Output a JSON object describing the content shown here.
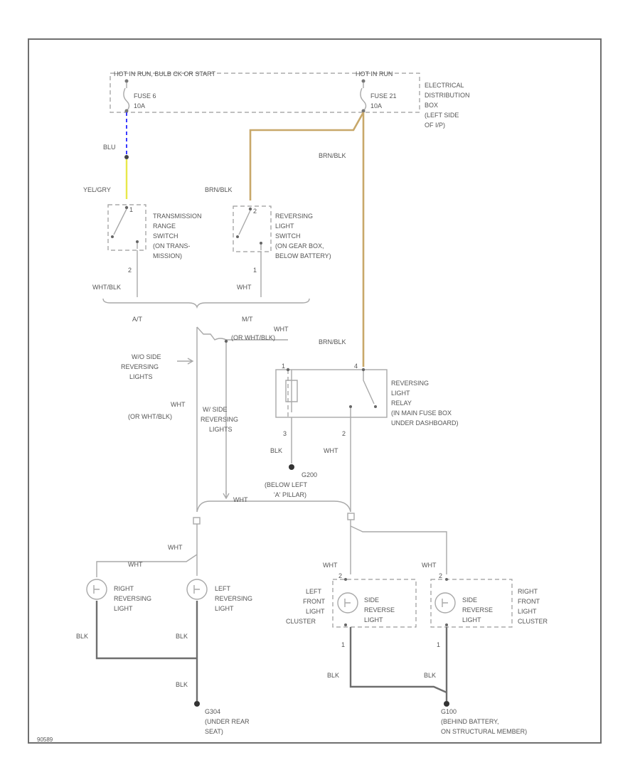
{
  "diagram": {
    "colors": {
      "blue_wire": "#3b3bff",
      "yellow_wire": "#e8e84a",
      "tan_wire": "#c8a86a",
      "gray_wire": "#a9a9a9",
      "ground_wire": "#6e6e6e"
    },
    "fuse_box": {
      "hot_left": "HOT IN RUN, BULB CK OR START",
      "hot_right": "HOT IN RUN",
      "fuse_a": [
        "FUSE 6",
        "10A"
      ],
      "fuse_b": [
        "FUSE 21",
        "10A"
      ],
      "label": [
        "ELECTRICAL",
        "DISTRIBUTION",
        "BOX",
        "(LEFT SIDE",
        "OF I/P)"
      ]
    },
    "wire_labels": {
      "blu": "BLU",
      "yel_gry": "YEL/GRY",
      "brn_blk_left": "BRN/BLK",
      "brn_blk_right": "BRN/BLK",
      "brn_blk_relay": "BRN/BLK",
      "wht_blk": "WHT/BLK",
      "wht_switch": "WHT",
      "or_wht_blk_top": "(OR WHT/BLK)",
      "wht_top": "WHT",
      "wht_left": [
        "WHT",
        "(OR WHT/BLK)"
      ],
      "blk_relay": "BLK",
      "wht_relay": "WHT",
      "wht_junction": "WHT",
      "wht_left_lamp_upper": "WHT",
      "wht_right_lamp_top": "WHT",
      "wht_side_left": "WHT",
      "wht_side_right": "WHT",
      "blk_right_lamp": "BLK",
      "blk_left_lamp": "BLK",
      "blk_lower": "BLK",
      "blk_side_left": "BLK",
      "blk_side_right": "BLK"
    },
    "pins": {
      "trans_top": "1",
      "trans_bottom": "2",
      "rev_top": "2",
      "rev_bottom": "1",
      "relay_tl": "1",
      "relay_tr": "4",
      "relay_bl": "3",
      "relay_br": "2",
      "side_l_top": "2",
      "side_l_bottom": "1",
      "side_r_top": "2",
      "side_r_bottom": "1"
    },
    "transmission_switch": [
      "TRANSMISSION",
      "RANGE",
      "SWITCH",
      "(ON TRANS-",
      "MISSION)"
    ],
    "reversing_switch": [
      "REVERSING",
      "LIGHT",
      "SWITCH",
      "(ON GEAR BOX,",
      "BELOW BATTERY)"
    ],
    "at_label": "A/T",
    "mt_label": "M/T",
    "relay": [
      "REVERSING",
      "LIGHT",
      "RELAY",
      "(IN MAIN FUSE BOX",
      "UNDER DASHBOARD)"
    ],
    "wo_side_note": [
      "W/O SIDE",
      "REVERSING",
      "LIGHTS"
    ],
    "w_side_note": [
      "W/ SIDE",
      "REVERSING",
      "LIGHTS"
    ],
    "g200": [
      "G200",
      "(BELOW LEFT",
      "'A' PILLAR)"
    ],
    "right_lamp": [
      "RIGHT",
      "REVERSING",
      "LIGHT"
    ],
    "left_lamp": [
      "LEFT",
      "REVERSING",
      "LIGHT"
    ],
    "side_lamp_left": [
      "SIDE",
      "REVERSE",
      "LIGHT"
    ],
    "side_lamp_right": [
      "SIDE",
      "REVERSE",
      "LIGHT"
    ],
    "left_front_cluster": [
      "LEFT",
      "FRONT",
      "LIGHT",
      "CLUSTER"
    ],
    "right_front_cluster": [
      "RIGHT",
      "FRONT",
      "LIGHT",
      "CLUSTER"
    ],
    "g304": [
      "G304",
      "(UNDER REAR",
      "SEAT)"
    ],
    "g100": [
      "G100",
      "(BEHIND BATTERY,",
      "ON STRUCTURAL MEMBER)"
    ],
    "figure_id": "90589"
  }
}
